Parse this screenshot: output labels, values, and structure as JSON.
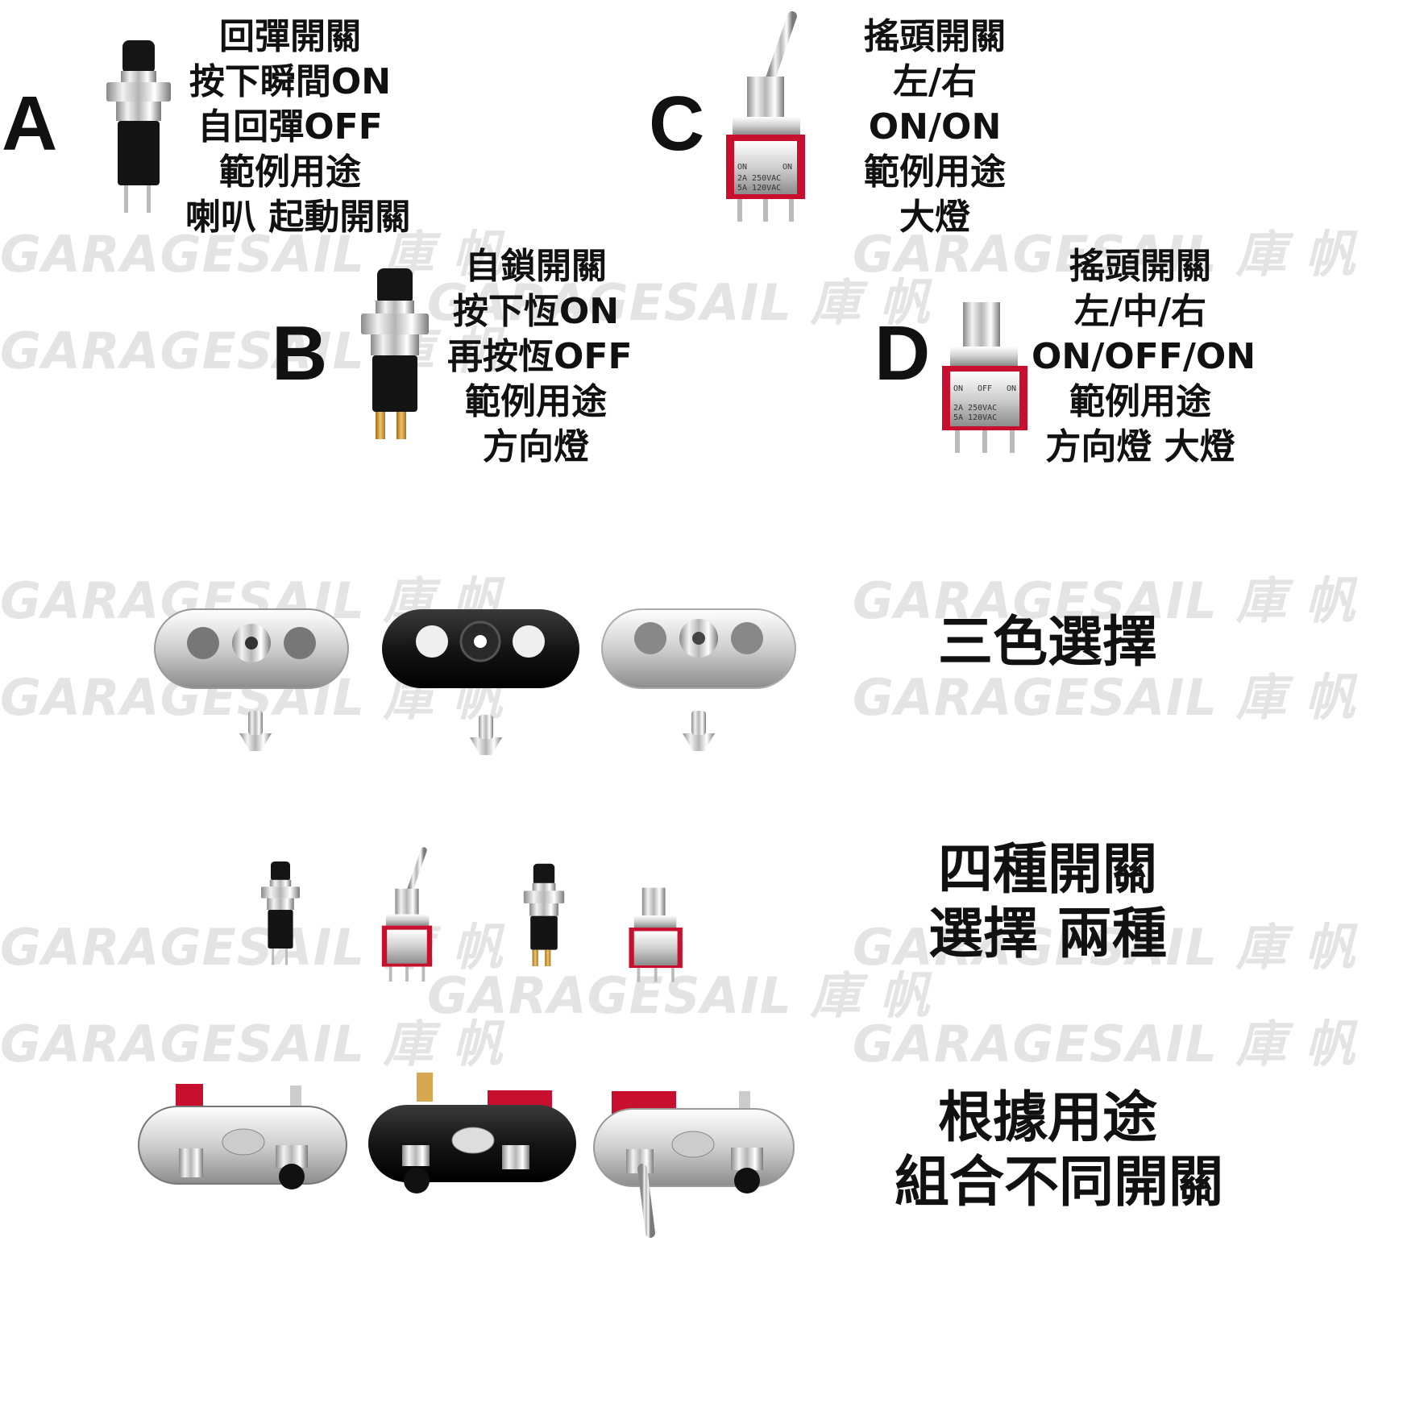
{
  "watermark": {
    "text": "GARAGESAIL 庫 帆"
  },
  "switches": [
    {
      "letter": "A",
      "lines": [
        "回彈開關",
        "按下瞬間ON",
        "自回彈OFF",
        "範例用途",
        "喇叭 起動開關"
      ]
    },
    {
      "letter": "B",
      "lines": [
        "自鎖開關",
        "按下恆ON",
        "再按恆OFF",
        "範例用途",
        "方向燈"
      ]
    },
    {
      "letter": "C",
      "lines": [
        "搖頭開關",
        "左/右",
        "ON/ON",
        "範例用途",
        "大燈"
      ]
    },
    {
      "letter": "D",
      "lines": [
        "搖頭開關",
        "左/中/右",
        "ON/OFF/ON",
        "範例用途",
        "方向燈 大燈"
      ]
    }
  ],
  "toggle_markings": {
    "on": "ON",
    "off": "OFF",
    "rating_1": "2A 250VAC",
    "rating_2": "5A 120VAC"
  },
  "sections": {
    "colors_title": "三色選擇",
    "four_line1": "四種開關",
    "four_line2": "選擇 兩種",
    "combo_line1": "根據用途",
    "combo_line2": "組合不同開關"
  },
  "colors": {
    "switch_red": "#c8102e",
    "chrome": "#d9d9d9",
    "black_mount": "#1a1a1a"
  }
}
